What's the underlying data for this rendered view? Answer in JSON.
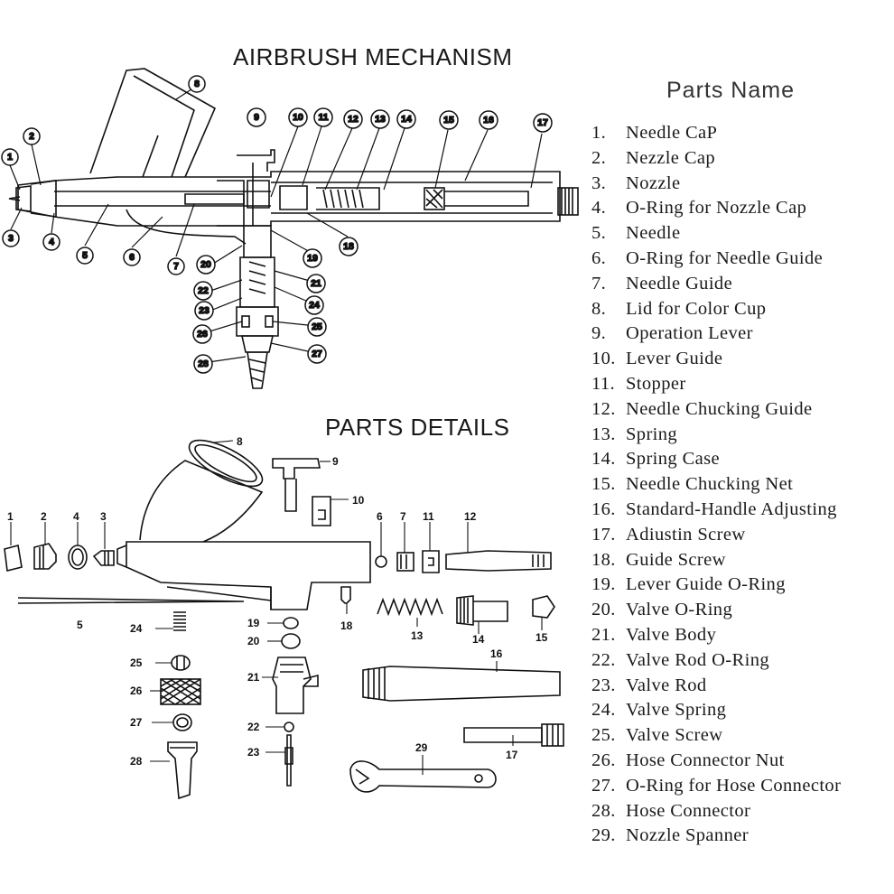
{
  "titles": {
    "mechanism": "AIRBRUSH MECHANISM",
    "details": "PARTS DETAILS",
    "parts_name": "Parts  Name"
  },
  "parts": [
    {
      "num": "1.",
      "name": "Needle CaP"
    },
    {
      "num": "2.",
      "name": "Nezzle Cap"
    },
    {
      "num": "3.",
      "name": "Nozzle"
    },
    {
      "num": "4.",
      "name": "O-Ring for Nozzle Cap"
    },
    {
      "num": "5.",
      "name": "Needle"
    },
    {
      "num": "6.",
      "name": "O-Ring for Needle Guide"
    },
    {
      "num": "7.",
      "name": "Needle Guide"
    },
    {
      "num": "8.",
      "name": "Lid for Color Cup"
    },
    {
      "num": "9.",
      "name": "Operation Lever"
    },
    {
      "num": "10.",
      "name": "Lever Guide"
    },
    {
      "num": "11.",
      "name": "Stopper"
    },
    {
      "num": "12.",
      "name": "Needle Chucking  Guide"
    },
    {
      "num": "13.",
      "name": "Spring"
    },
    {
      "num": "14.",
      "name": "Spring Case"
    },
    {
      "num": "15.",
      "name": "Needle Chucking Net"
    },
    {
      "num": "16.",
      "name": "Standard-Handle Adjusting"
    },
    {
      "num": "17.",
      "name": "Adiustin Screw"
    },
    {
      "num": "18.",
      "name": "Guide Screw"
    },
    {
      "num": "19.",
      "name": "Lever Guide O-Ring"
    },
    {
      "num": "20.",
      "name": "Valve O-Ring"
    },
    {
      "num": "21.",
      "name": "Valve Body"
    },
    {
      "num": "22.",
      "name": "Valve Rod O-Ring"
    },
    {
      "num": "23.",
      "name": "Valve Rod"
    },
    {
      "num": "24.",
      "name": "Valve Spring"
    },
    {
      "num": "25.",
      "name": "Valve Screw"
    },
    {
      "num": "26.",
      "name": "Hose Connector Nut"
    },
    {
      "num": "27.",
      "name": "O-Ring for Hose Connector"
    },
    {
      "num": "28.",
      "name": "Hose Connector"
    },
    {
      "num": "29.",
      "name": "Nozzle Spanner"
    }
  ],
  "mechanism_callouts": [
    "1",
    "2",
    "3",
    "4",
    "5",
    "6",
    "7",
    "8",
    "9",
    "10",
    "11",
    "12",
    "13",
    "14",
    "15",
    "16",
    "17",
    "18",
    "19",
    "20",
    "21",
    "22",
    "23",
    "24",
    "25",
    "26",
    "27",
    "28"
  ],
  "detail_labels": [
    "1",
    "2",
    "4",
    "3",
    "8",
    "9",
    "10",
    "6",
    "7",
    "11",
    "12",
    "5",
    "24",
    "19",
    "18",
    "13",
    "14",
    "15",
    "20",
    "16",
    "21",
    "25",
    "26",
    "27",
    "22",
    "28",
    "23",
    "29",
    "17"
  ]
}
